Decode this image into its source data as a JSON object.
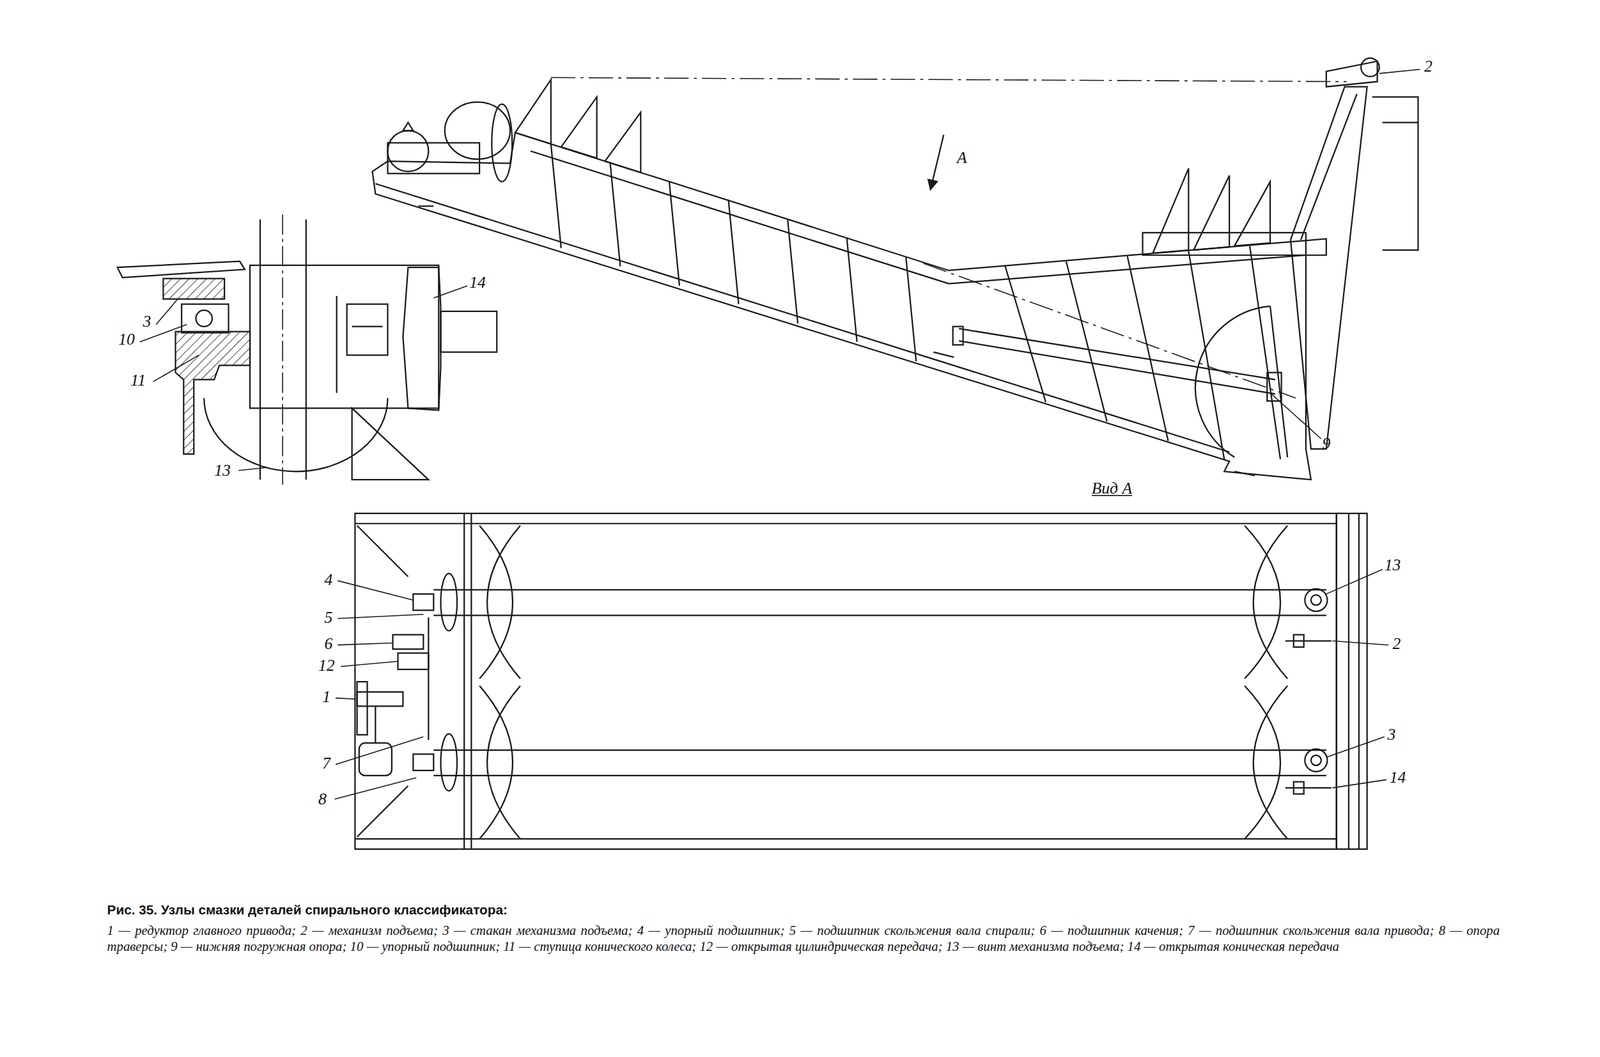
{
  "diagram": {
    "caption": "Рис. 35. Узлы смазки деталей спирального классификатора:",
    "labels": [
      "2",
      "А",
      "9",
      "14",
      "3",
      "10",
      "11",
      "13",
      "Вид А",
      "4",
      "5",
      "6",
      "12",
      "1",
      "7",
      "8",
      "13",
      "2",
      "3",
      "14",
      "1 — редуктор главного привода; 2 — механизм подъема; 3 — стакан механизма подъема; 4 — упорный подшипник; 5 — подшипник скольжения вала спирали; 6 — подшипник качения; 7 — подшипник скольжения вала привода; 8 — опора траверсы; 9 — нижняя погружная опора; 10 — упорный подшипник; 11 — ступица конического колеса; 12 — открытая цилиндрическая передача; 13 — винт механизма подъема; 14 — открытая коническая передача"
    ]
  }
}
